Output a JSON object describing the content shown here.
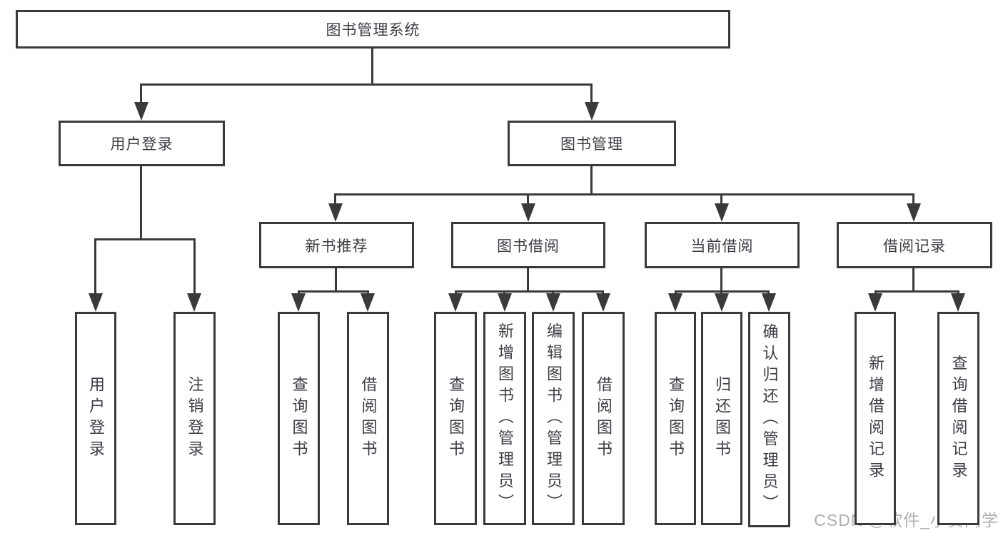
{
  "diagram": {
    "root": {
      "label": "图书管理系统"
    },
    "branches": [
      {
        "label": "用户登录",
        "children": [
          {
            "label": "用户登录"
          },
          {
            "label": "注销登录"
          }
        ]
      },
      {
        "label": "图书管理",
        "children": [
          {
            "label": "新书推荐",
            "children": [
              {
                "label": "查询图书"
              },
              {
                "label": "借阅图书"
              }
            ]
          },
          {
            "label": "图书借阅",
            "children": [
              {
                "label": "查询图书"
              },
              {
                "label": "新增图书（管理员）"
              },
              {
                "label": "编辑图书（管理员）"
              },
              {
                "label": "借阅图书"
              }
            ]
          },
          {
            "label": "当前借阅",
            "children": [
              {
                "label": "查询图书"
              },
              {
                "label": "归还图书"
              },
              {
                "label": "确认归还（管理员）"
              }
            ]
          },
          {
            "label": "借阅记录",
            "children": [
              {
                "label": "新增借阅记录"
              },
              {
                "label": "查询借阅记录"
              }
            ]
          }
        ]
      }
    ]
  },
  "watermark": {
    "text": "CSDN @软件_小贺同学"
  },
  "colors": {
    "line": "#3a3a3a",
    "text": "#3d3d44",
    "background": "#ffffff",
    "watermark": "#b0b0b0"
  }
}
